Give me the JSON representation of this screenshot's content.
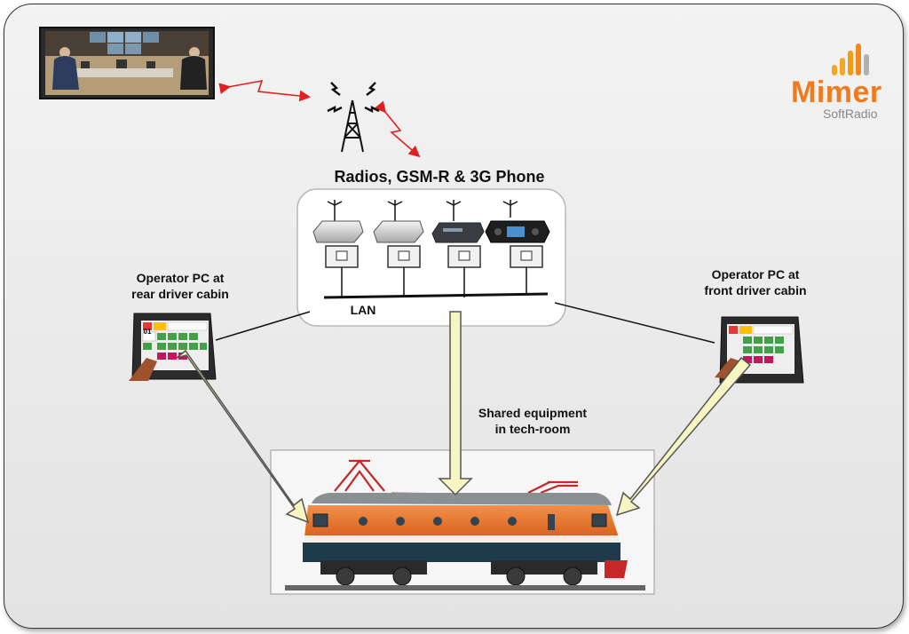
{
  "logo": {
    "wordmark": "Mimer",
    "subtitle": "SoftRadio",
    "accent_color": "#f07a1e"
  },
  "labels": {
    "radios_title": "Radios, GSM-R & 3G Phone",
    "lan": "LAN",
    "operator_rear_line1": "Operator PC at",
    "operator_rear_line2": "rear driver cabin",
    "operator_front_line1": "Operator PC at",
    "operator_front_line2": "front driver cabin",
    "shared_line1": "Shared equipment",
    "shared_line2": "in tech-room",
    "panel_number": "01"
  },
  "icons": [
    "control-room-photo",
    "radio-tower-icon",
    "radio-unit-icon",
    "network-interface-box-icon",
    "touchscreen-pc-icon",
    "locomotive-image",
    "signal-bars-logo-icon"
  ],
  "colors": {
    "radio_link": "#e02020",
    "arrow_fill": "#f7f5c2",
    "arrow_stroke": "#555555",
    "locomotive_orange": "#e8732a",
    "locomotive_dark": "#1e3b4c"
  }
}
